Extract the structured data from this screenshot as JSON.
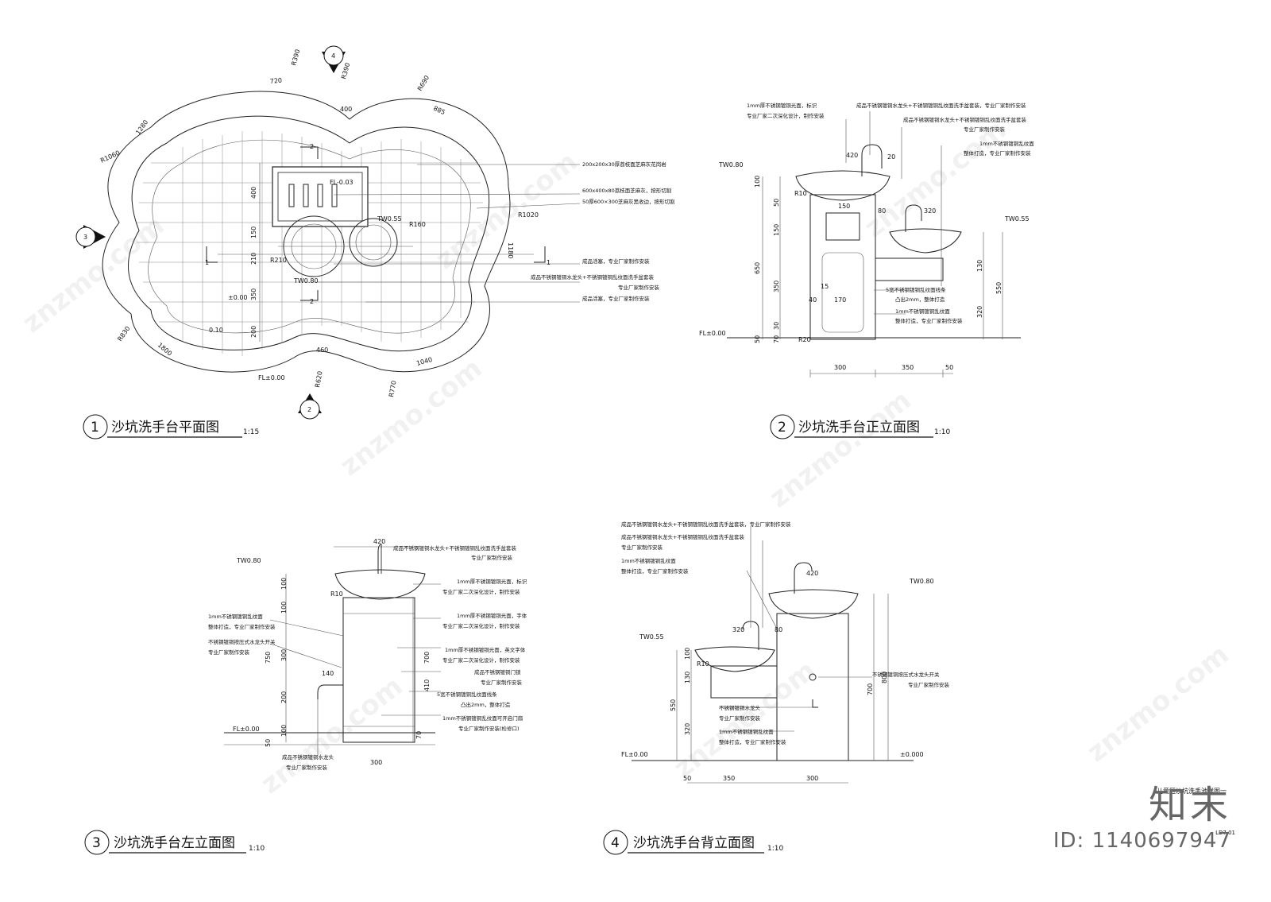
{
  "sheet": {
    "drawing_title": "儿童区沙坑洗手池详图一",
    "drawing_no": "LD7.01",
    "brand_logo": "知末",
    "brand_id": "ID: 1140697947",
    "watermark": "znzmo.com"
  },
  "views": [
    {
      "num": "1",
      "title": "沙坑洗手台平面图",
      "scale": "1:15"
    },
    {
      "num": "2",
      "title": "沙坑洗手台正立面图",
      "scale": "1:10"
    },
    {
      "num": "3",
      "title": "沙坑洗手台左立面图",
      "scale": "1:10"
    },
    {
      "num": "4",
      "title": "沙坑洗手台背立面图",
      "scale": "1:10"
    }
  ],
  "plan": {
    "radii": [
      "R390",
      "R390",
      "R690",
      "R1060",
      "R1020",
      "R160",
      "R210",
      "R830",
      "R620",
      "R770"
    ],
    "arcs": [
      "720",
      "400",
      "885",
      "1280",
      "1180",
      "1800",
      "460",
      "1040"
    ],
    "levels": [
      "FL-0.03",
      "TW0.55",
      "TW0.80",
      "±0.00",
      "0.10",
      "FL±0.00"
    ],
    "section_marks": [
      "2",
      "1",
      "3",
      "4"
    ],
    "dims_v": [
      "400",
      "150",
      "210",
      "350",
      "200"
    ],
    "notes": [
      "200x200x30厚荔枝面芝麻灰花岗岩",
      "600x400x80荔枝面芝麻灰，按形切割",
      "50厚600×300芝麻灰黑收边，按形切割",
      "成品活塞，专业厂家制作安装",
      "成品不锈钢镀铜水龙头+不锈钢镀铜乱纹面洗手盆套装",
      "专业厂家制作安装",
      "成品活塞，专业厂家制作安装"
    ]
  },
  "front": {
    "notes": [
      "1mm厚不锈钢镀铜光面，标识",
      "专业厂家二次深化设计，制作安装",
      "成品不锈钢镀铜水龙头+不锈钢镀铜乱纹面洗手盆套装，专业厂家制作安装",
      "成品不锈钢镀铜水龙头+不锈钢镀铜乱纹面洗手盆套装",
      "专业厂家制作安装",
      "1mm不锈钢镀铜乱纹面",
      "整体打造，专业厂家制作安装",
      "5宽不锈钢镀铜乱纹面线条",
      "凸出2mm，整体打造",
      "1mm不锈钢镀铜乱纹面",
      "整体打造，专业厂家制作安装"
    ],
    "dims": [
      "420",
      "20",
      "150",
      "80",
      "320",
      "100",
      "50",
      "150",
      "650",
      "350",
      "40",
      "15",
      "170",
      "30",
      "50",
      "70",
      "300",
      "350",
      "50",
      "130",
      "550",
      "320",
      "R10",
      "R20",
      "TW0.80",
      "TW0.55",
      "FL±0.00"
    ]
  },
  "left": {
    "notes": [
      "成品不锈钢镀铜水龙头+不锈钢镀铜乱纹面洗手盆套装",
      "专业厂家制作安装",
      "1mm厚不锈钢镀铜光面，标识",
      "专业厂家二次深化设计，制作安装",
      "1mm厚不锈钢镀铜光面，字体",
      "专业厂家二次深化设计，制作安装",
      "1mm厚不锈钢镀铜光面，英文字体",
      "专业厂家二次深化设计，制作安装",
      "成品不锈钢镀铜门锁",
      "专业厂家制作安装",
      "5宽不锈钢镀铜乱纹面线条",
      "凸出2mm，整体打造",
      "1mm不锈钢镀铜乱纹面可开启门扇",
      "专业厂家制作安装(检修口)",
      "1mm不锈钢镀铜乱纹面",
      "整体打造，专业厂家制作安装",
      "不锈钢镀铜按压式水龙头开关",
      "专业厂家制作安装",
      "成品不锈钢镀铜水龙头",
      "专业厂家制作安装"
    ],
    "dims": [
      "420",
      "100",
      "100",
      "750",
      "300",
      "200",
      "100",
      "50",
      "140",
      "300",
      "410",
      "700",
      "70",
      "TW0.80",
      "FL±0.00",
      "R10"
    ]
  },
  "back": {
    "notes": [
      "成品不锈钢镀铜水龙头+不锈钢镀铜乱纹面洗手盆套装，专业厂家制作安装",
      "成品不锈钢镀铜水龙头+不锈钢镀铜乱纹面洗手盆套装",
      "专业厂家制作安装",
      "1mm不锈钢镀铜乱纹面",
      "整体打造，专业厂家制作安装",
      "不锈钢镀铜按压式水龙头开关",
      "专业厂家制作安装",
      "不锈钢镀铜水龙头",
      "专业厂家制作安装",
      "1mm不锈钢镀铜乱纹面",
      "整体打造，专业厂家制作安装"
    ],
    "dims": [
      "420",
      "320",
      "80",
      "100",
      "130",
      "550",
      "320",
      "50",
      "350",
      "300",
      "700",
      "800",
      "R10",
      "TW0.80",
      "TW0.55",
      "FL±0.00",
      "±0.000"
    ]
  }
}
